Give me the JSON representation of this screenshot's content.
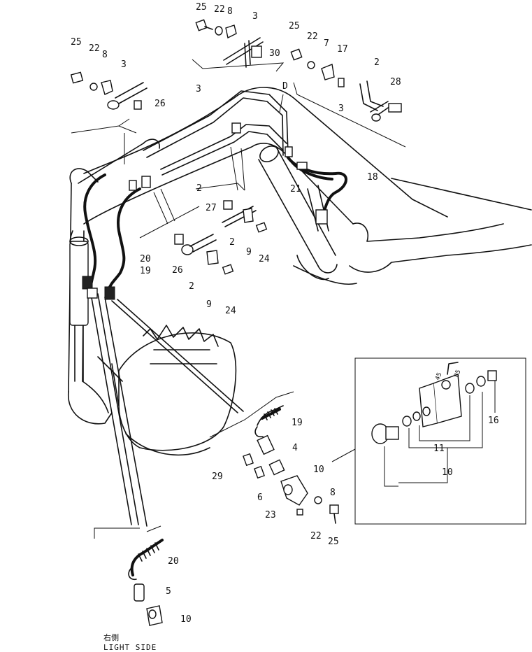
{
  "caption": {
    "japanese": "右側",
    "english": "LIGHT SIDE"
  },
  "view_letter": "D",
  "dimension_marks": [
    "45",
    "85"
  ],
  "parts": {
    "p2": "2",
    "p3": "3",
    "p4": "4",
    "p5": "5",
    "p6": "6",
    "p7": "7",
    "p8": "8",
    "p9": "9",
    "p10": "10",
    "p11": "11",
    "p16": "16",
    "p17": "17",
    "p18": "18",
    "p19": "19",
    "p20": "20",
    "p21": "21",
    "p22": "22",
    "p23": "23",
    "p24": "24",
    "p25": "25",
    "p26": "26",
    "p27": "27",
    "p28": "28",
    "p29": "29",
    "p30": "30"
  }
}
